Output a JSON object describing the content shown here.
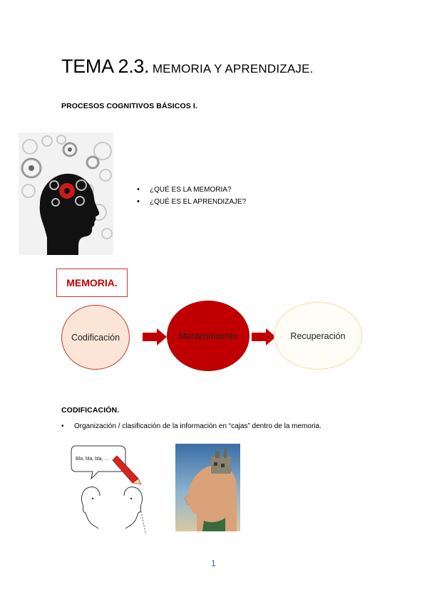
{
  "header": {
    "title_main": "TEMA 2.3.",
    "title_sub": "MEMORIA Y APRENDIZAJE."
  },
  "section1": {
    "heading": "PROCESOS COGNITIVOS BÁSICOS I.",
    "questions": [
      "¿QUÉ ES LA MEMORIA?",
      "¿QUÉ ES EL APRENDIZAJE?"
    ]
  },
  "memoria": {
    "label": "MEMORIA.",
    "stages": [
      "Codificación",
      "Mantenimiento",
      "Recuperación"
    ],
    "colors": {
      "accent": "#c00000",
      "stage1": "#fbe5d6",
      "stage3": "#fffdf5"
    }
  },
  "section2": {
    "heading": "CODIFICACIÓN.",
    "bullet": "Organización / clasificación de la información en “cajas” dentro de la memoria.",
    "speech_bubble": "Bla, bla, bla, ..."
  },
  "footer": {
    "page_number": "1"
  }
}
